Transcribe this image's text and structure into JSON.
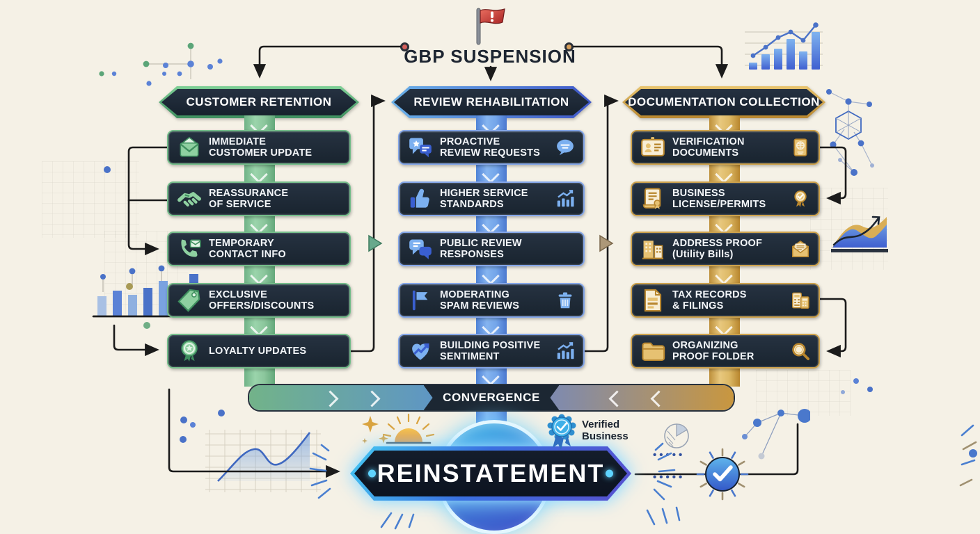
{
  "title": "GBP SUSPENSION",
  "flag_icon": "red-alert-flag-icon",
  "convergence": {
    "label": "CONVERGENCE"
  },
  "reinstatement": {
    "label": "REINSTATEMENT"
  },
  "verified_badge": {
    "line1": "Verified",
    "line2": "Business",
    "icon": "verified-rosette-icon"
  },
  "colors": {
    "background": "#f5f1e6",
    "box_background": "#1e2936",
    "green_accent": "#74bd8a",
    "blue_accent": "#84a6e8",
    "gold_accent": "#cda24c",
    "banner_glow": "#4fc8f5",
    "flag_red": "#c83535"
  },
  "columns": [
    {
      "id": "customer-retention",
      "header": "CUSTOMER RETENTION",
      "theme": "green",
      "items": [
        {
          "lines": [
            "IMMEDIATE",
            "CUSTOMER UPDATE"
          ],
          "icon": "open-envelope-icon"
        },
        {
          "lines": [
            "REASSURANCE",
            "OF SERVICE"
          ],
          "icon": "handshake-icon"
        },
        {
          "lines": [
            "TEMPORARY",
            "CONTACT INFO"
          ],
          "icon": "phone-envelope-icon"
        },
        {
          "lines": [
            "EXCLUSIVE",
            "OFFERS/DISCOUNTS"
          ],
          "icon": "price-tag-icon"
        },
        {
          "lines": [
            "LOYALTY UPDATES"
          ],
          "icon": "loyalty-medal-icon"
        }
      ]
    },
    {
      "id": "review-rehabilitation",
      "header": "REVIEW REHABILITATION",
      "theme": "blue",
      "items": [
        {
          "lines": [
            "PROACTIVE",
            "REVIEW REQUESTS"
          ],
          "icon": "star-review-bubble-icon",
          "right_icon": "speech-bubble-icon"
        },
        {
          "lines": [
            "HIGHER SERVICE",
            "STANDARDS"
          ],
          "icon": "thumbs-up-icon",
          "right_icon": "growth-bars-icon"
        },
        {
          "lines": [
            "PUBLIC REVIEW",
            "RESPONSES"
          ],
          "icon": "chat-bubbles-icon"
        },
        {
          "lines": [
            "MODERATING",
            "SPAM REVIEWS"
          ],
          "icon": "flag-marker-icon",
          "right_icon": "trash-icon"
        },
        {
          "lines": [
            "BUILDING POSITIVE",
            "SENTIMENT"
          ],
          "icon": "heart-trend-icon",
          "right_icon": "growth-bars-icon"
        }
      ]
    },
    {
      "id": "documentation-collection",
      "header": "DOCUMENTATION COLLECTION",
      "theme": "gold",
      "items": [
        {
          "lines": [
            "VERIFICATION",
            "DOCUMENTS"
          ],
          "icon": "id-card-icon",
          "right_icon": "passport-icon"
        },
        {
          "lines": [
            "BUSINESS",
            "LICENSE/PERMITS"
          ],
          "icon": "certificate-icon",
          "right_icon": "rosette-check-icon"
        },
        {
          "lines": [
            "ADDRESS PROOF",
            "(Utility Bills)"
          ],
          "icon": "buildings-icon",
          "right_icon": "open-mail-icon"
        },
        {
          "lines": [
            "TAX RECORDS",
            "& FILINGS"
          ],
          "icon": "tax-document-icon",
          "right_icon": "calculator-icon"
        },
        {
          "lines": [
            "ORGANIZING",
            "PROOF FOLDER"
          ],
          "icon": "folder-icon",
          "right_icon": "magnifier-icon"
        }
      ]
    }
  ],
  "decorations": {
    "icons": [
      "sun-icon",
      "sparkles-icon",
      "check-circle-icon",
      "pie-sketch-icon",
      "bar-line-chart-doodle",
      "bars-chart-doodle",
      "area-chart-doodle",
      "mini-area-chart-doodle",
      "network-nodes-doodle",
      "scatter-dots-doodle"
    ]
  }
}
